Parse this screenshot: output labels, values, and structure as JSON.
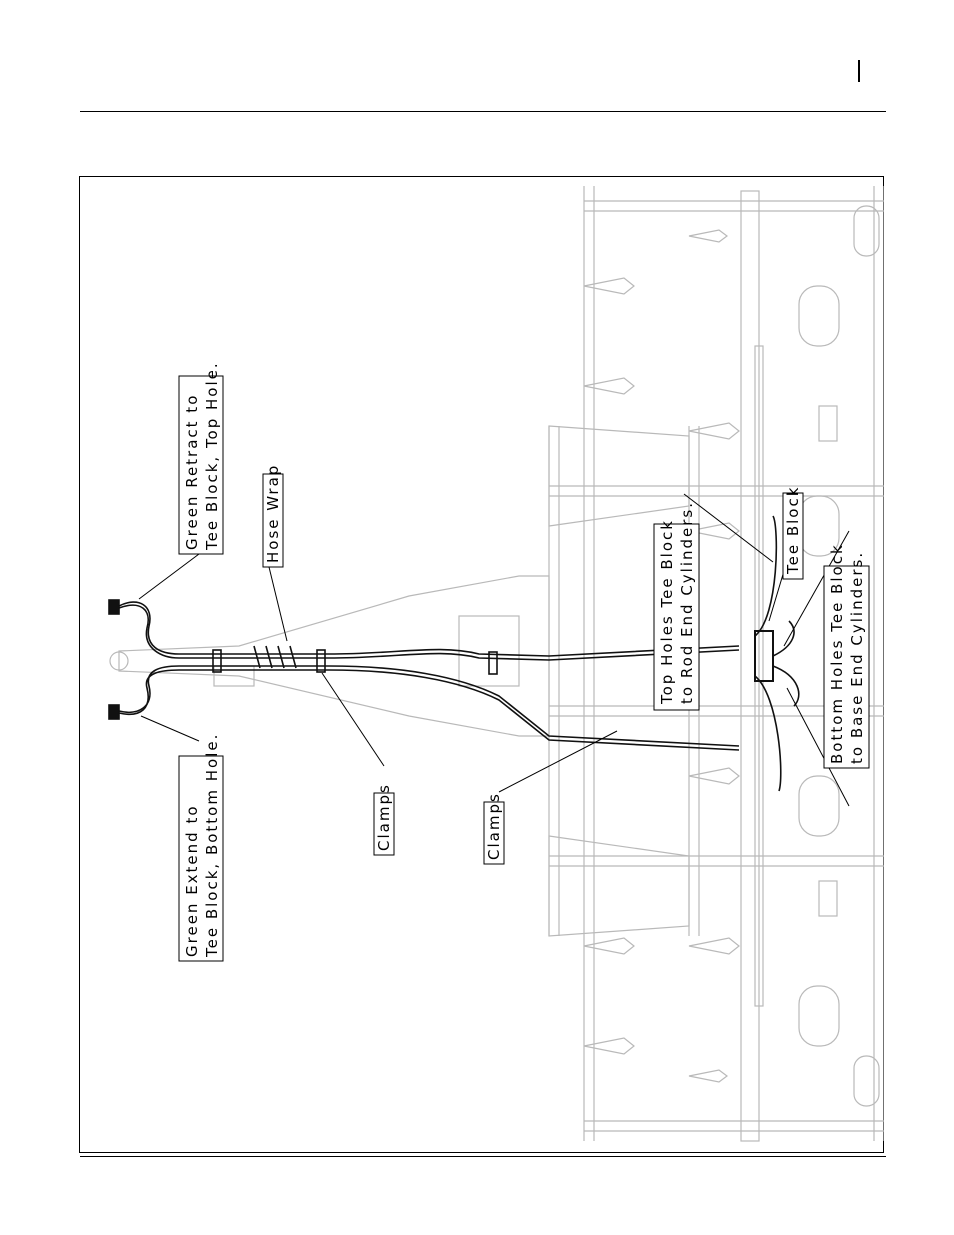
{
  "callouts": {
    "green_retract_line1": "Green Retract to",
    "green_retract_line2": "Tee Block, Top Hole.",
    "hose_wrap": "Hose Wrap",
    "green_extend_line1": "Green Extend to",
    "green_extend_line2": "Tee Block, Bottom Hole.",
    "clamps_upper": "Clamps",
    "clamps_lower": "Clamps",
    "top_holes_line1": "Top Holes Tee Block",
    "top_holes_line2": "to Rod End Cylinders.",
    "tee_block": "Tee Block",
    "bottom_holes_line1": "Bottom Holes Tee Block",
    "bottom_holes_line2": "to Base End Cylinders."
  }
}
